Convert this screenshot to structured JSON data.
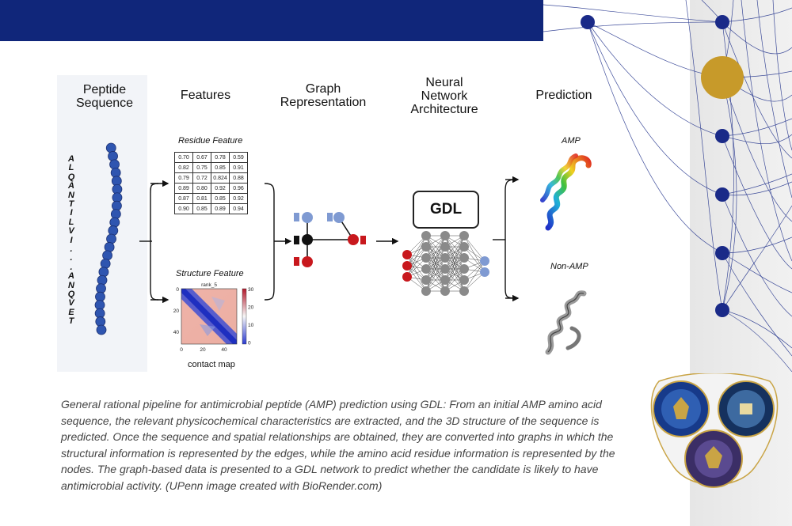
{
  "stages": {
    "peptide": "Peptide\nSequence",
    "features": "Features",
    "graph": "Graph\nRepresentation",
    "neural": "Neural\nNetwork\nArchitecture",
    "prediction": "Prediction"
  },
  "sequence_letters": [
    "A",
    "L",
    "Q",
    "A",
    "N",
    "T",
    "I",
    "L",
    "V",
    "I",
    ".",
    ".",
    ".",
    "A",
    "N",
    "Q",
    "V",
    "E",
    "T"
  ],
  "residue_feature": {
    "title": "Residue Feature",
    "rows": [
      [
        "0.70",
        "0.67",
        "0.78",
        "0.59"
      ],
      [
        "0.82",
        "0.75",
        "0.85",
        "0.91"
      ],
      [
        "0.79",
        "0.72",
        "0.824",
        "0.88"
      ],
      [
        "0.89",
        "0.80",
        "0.92",
        "0.96"
      ],
      [
        "0.87",
        "0.81",
        "0.85",
        "0.92"
      ],
      [
        "0.90",
        "0.85",
        "0.89",
        "0.94"
      ]
    ]
  },
  "structure_feature": {
    "title": "Structure Feature",
    "map_title": "rank_5",
    "xlabel": "contact map",
    "x_ticks": [
      "0",
      "20",
      "40"
    ],
    "y_ticks": [
      "0",
      "20",
      "40"
    ],
    "colorbar_ticks": [
      "30",
      "20",
      "10",
      "0"
    ]
  },
  "gdl_label": "GDL",
  "predictions": {
    "amp": "AMP",
    "non_amp": "Non-AMP"
  },
  "caption": "General rational pipeline for antimicrobial peptide (AMP) prediction using GDL: From an initial AMP amino acid sequence, the relevant physicochemical characteristics are extracted, and the 3D structure of the sequence is predicted. Once the sequence and spatial relationships are obtained, they are converted into graphs in which the structural information is represented by the edges, while the amino acid residue information is represented by the nodes. The graph-based data is presented to a GDL network to predict whether the candidate is likely to have antimicrobial activity. (UPenn image created with BioRender.com)",
  "colors": {
    "navy": "#10267a",
    "node_red": "#c8181d",
    "node_blue": "#7f9ad2",
    "bead_blue": "#2f55b0",
    "gold": "#c79a2a",
    "nn_gray": "#8a8a8a"
  }
}
